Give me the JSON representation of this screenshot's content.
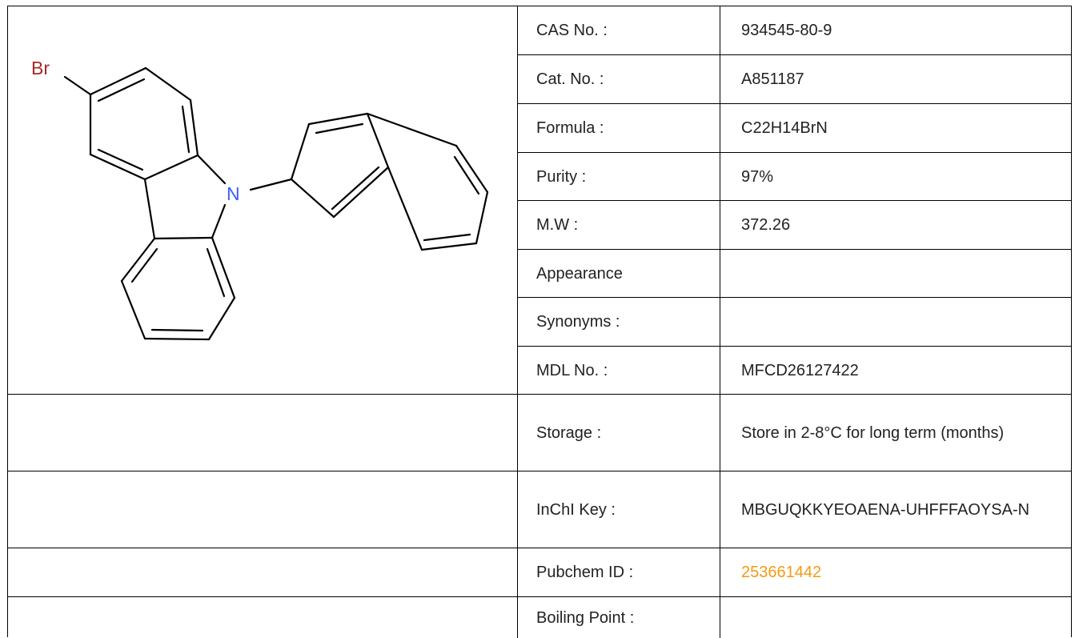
{
  "structure": {
    "atom_br": "Br",
    "atom_n": "N",
    "colors": {
      "bond": "#000000",
      "bromine": "#a52a2a",
      "nitrogen": "#3a5bff"
    }
  },
  "rows": [
    {
      "label": "CAS No. :",
      "value": "934545-80-9"
    },
    {
      "label": "Cat. No. :",
      "value": "A851187"
    },
    {
      "label": "Formula :",
      "value": "C22H14BrN"
    },
    {
      "label": "Purity :",
      "value": "97%"
    },
    {
      "label": "M.W :",
      "value": "372.26"
    },
    {
      "label": "Appearance",
      "value": ""
    },
    {
      "label": "Synonyms :",
      "value": ""
    },
    {
      "label": "MDL No. :",
      "value": "MFCD26127422"
    },
    {
      "label": "Storage :",
      "value": "Store in 2-8°C for long term (months)"
    },
    {
      "label": "InChI Key :",
      "value": "MBGUQKKYEOAENA-UHFFFAOYSA-N"
    },
    {
      "label": "Pubchem ID :",
      "value": "253661442"
    },
    {
      "label": "Boiling Point :",
      "value": ""
    }
  ],
  "colors": {
    "link": "#f59a12",
    "border": "#000000",
    "text": "#222222"
  }
}
